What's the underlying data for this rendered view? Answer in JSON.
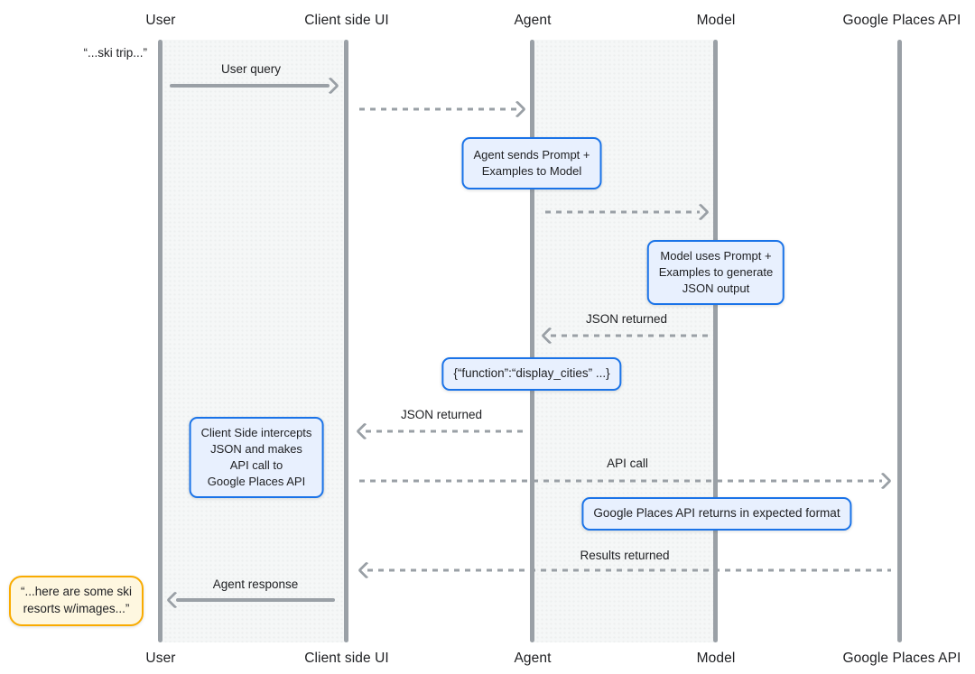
{
  "actors": [
    {
      "name": "User"
    },
    {
      "name": "Client side UI"
    },
    {
      "name": "Agent"
    },
    {
      "name": "Model"
    },
    {
      "name": "Google Places API"
    }
  ],
  "side_notes": {
    "user_input": "“...ski trip...”",
    "agent_output_lines": [
      "“...here are some ski",
      "resorts w/images...”"
    ]
  },
  "messages": [
    {
      "label": "User query",
      "from": "User",
      "to": "Client side UI",
      "style": "solid"
    },
    {
      "label": "",
      "from": "Client side UI",
      "to": "Agent",
      "style": "dashed"
    },
    {
      "label": "",
      "from": "Agent",
      "to": "Model",
      "style": "dashed"
    },
    {
      "label": "JSON returned",
      "from": "Model",
      "to": "Agent",
      "style": "dashed"
    },
    {
      "label": "JSON returned",
      "from": "Agent",
      "to": "Client side UI",
      "style": "dashed"
    },
    {
      "label": "API call",
      "from": "Client side UI",
      "to": "Google Places API",
      "style": "dashed"
    },
    {
      "label": "Results returned",
      "from": "Google Places API",
      "to": "Client side UI",
      "style": "dashed"
    },
    {
      "label": "Agent response",
      "from": "Client side UI",
      "to": "User",
      "style": "solid"
    }
  ],
  "notes": [
    {
      "id": "agent-sends-prompt",
      "lines": [
        "Agent sends Prompt +",
        "Examples to Model"
      ]
    },
    {
      "id": "model-generates-json",
      "lines": [
        "Model uses Prompt +",
        "Examples to generate",
        "JSON output"
      ]
    },
    {
      "id": "json-function-call",
      "lines": [
        "{“function”:“display_cities” ...}"
      ]
    },
    {
      "id": "client-side-intercepts",
      "lines": [
        "Client Side intercepts",
        "JSON and makes",
        "API call to",
        "Google Places API"
      ]
    },
    {
      "id": "places-returns-format",
      "lines": [
        "Google Places API returns in expected format"
      ]
    }
  ],
  "colors": {
    "lifeline_gray": "#9aa0a6",
    "arrow_gray": "#9aa0a6",
    "text_dark": "#202124",
    "band_fill": "#f5f7f7",
    "note_blue_border": "#1a73e8",
    "note_blue_fill": "#e8f0fe",
    "note_orange_border": "#f9ab00",
    "note_orange_fill": "#fef7e0"
  }
}
